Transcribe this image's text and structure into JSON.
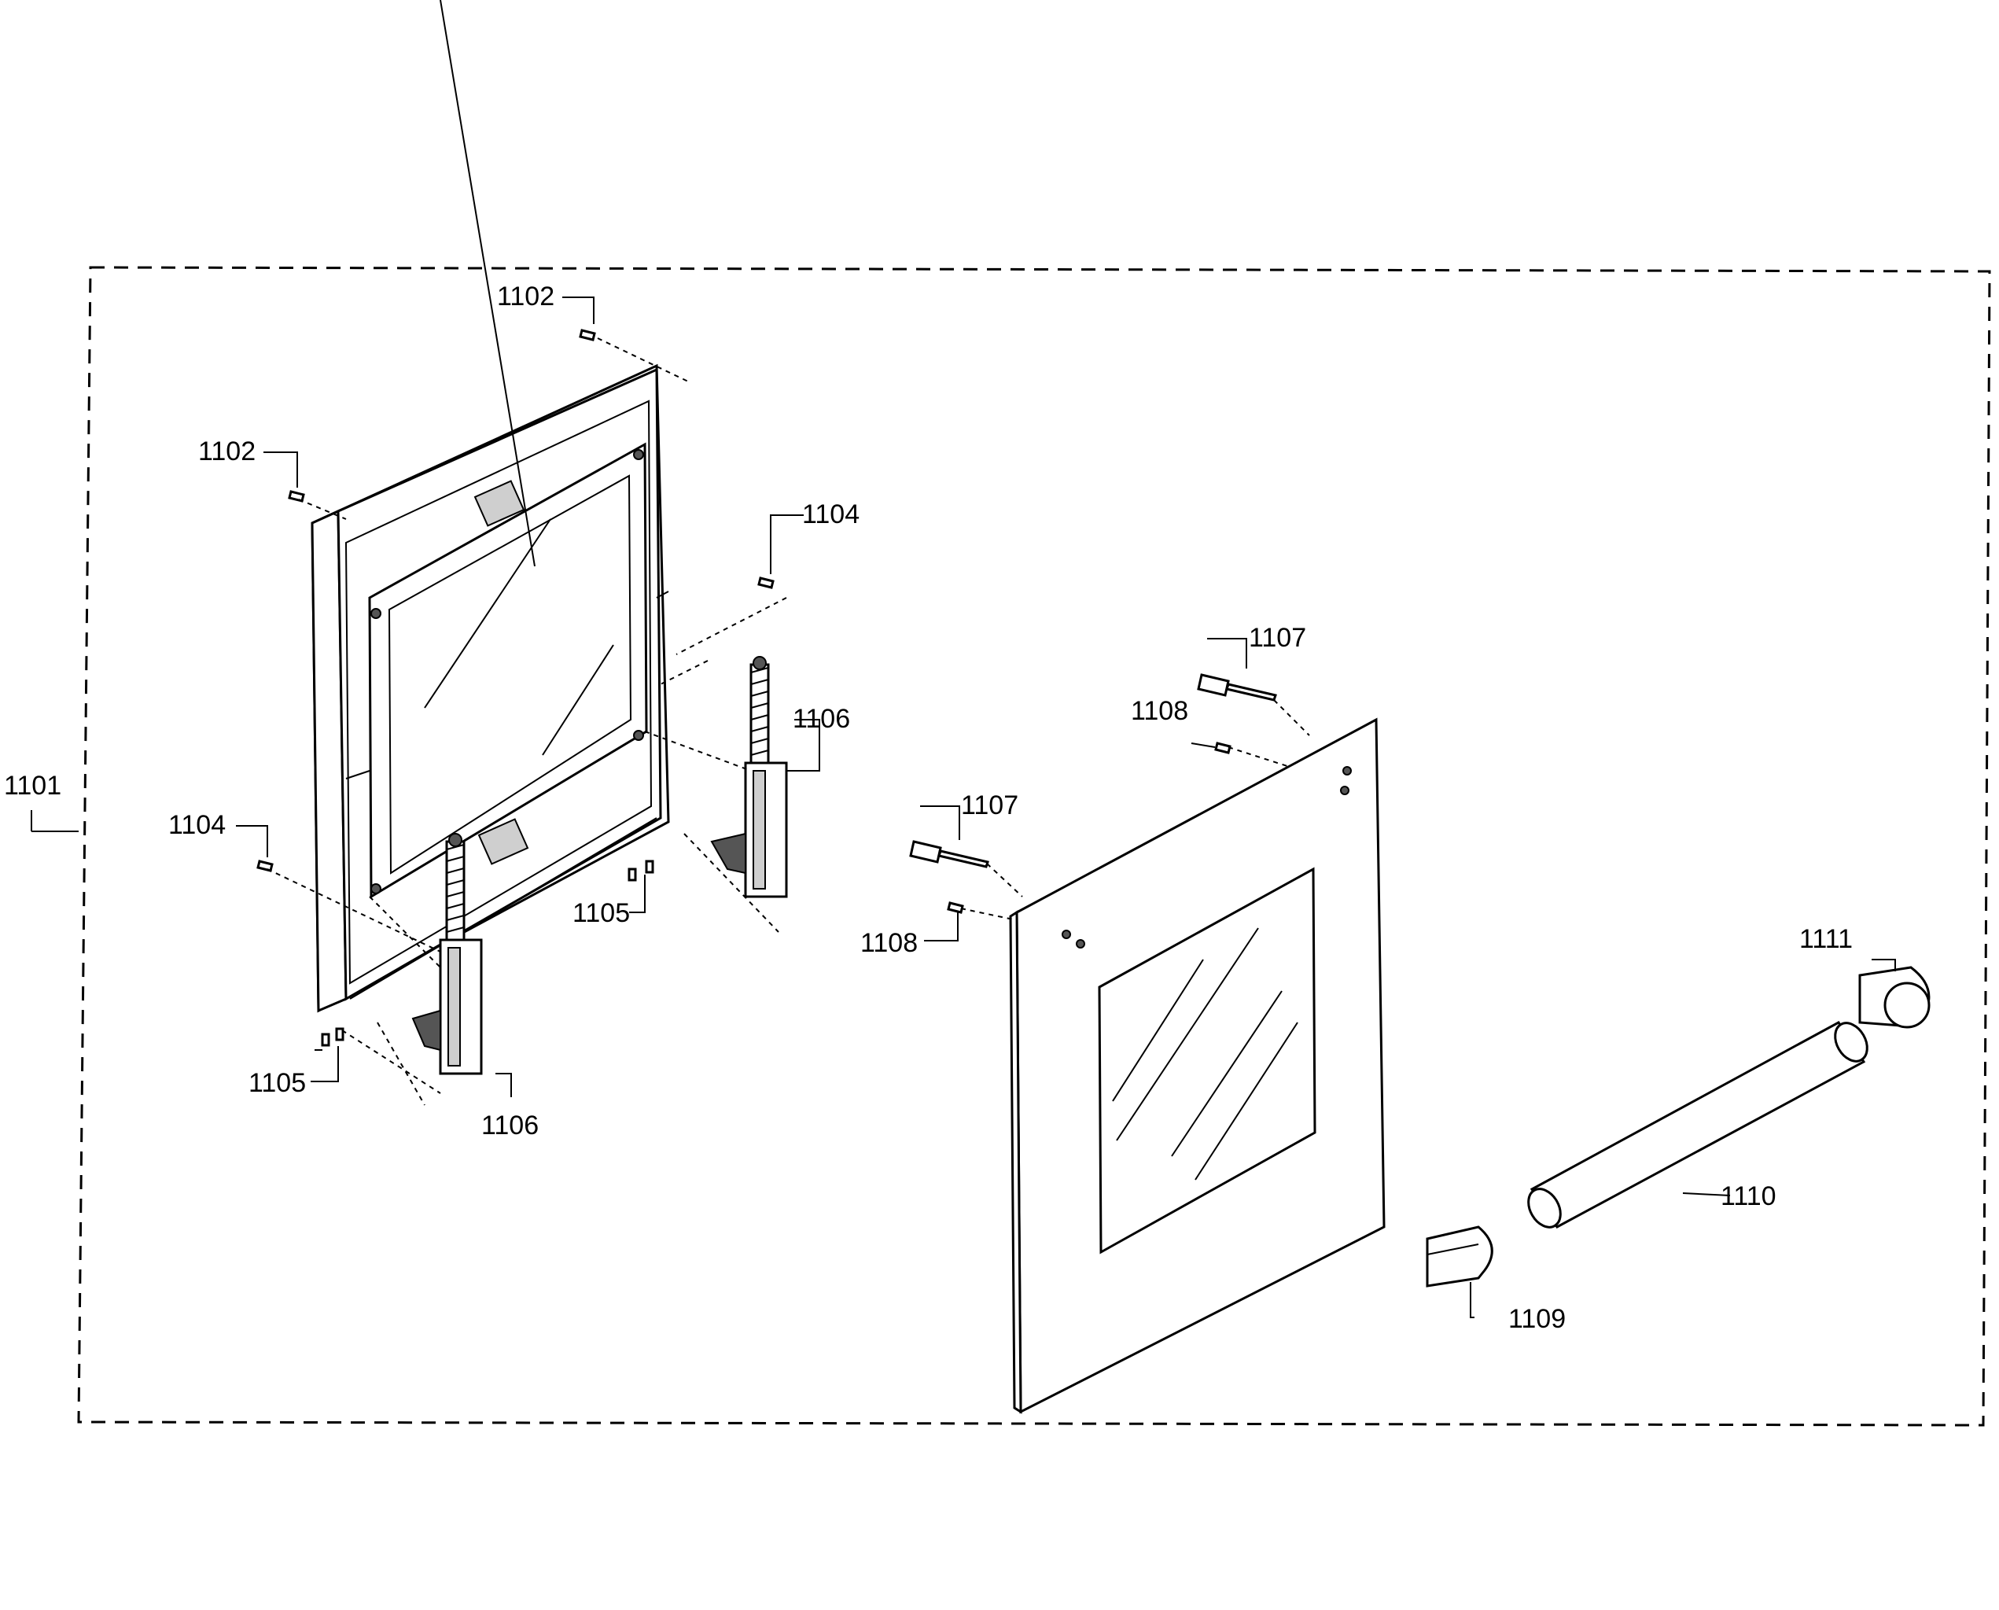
{
  "callouts": {
    "c1101": "1101",
    "c1102a": "1102",
    "c1102b": "1102",
    "c1104a": "1104",
    "c1104b": "1104",
    "c1105a": "1105",
    "c1105b": "1105",
    "c1106a": "1106",
    "c1106b": "1106",
    "c1107a": "1107",
    "c1107b": "1107",
    "c1108a": "1108",
    "c1108b": "1108",
    "c1109": "1109",
    "c1110": "1110",
    "c1111": "1111"
  }
}
